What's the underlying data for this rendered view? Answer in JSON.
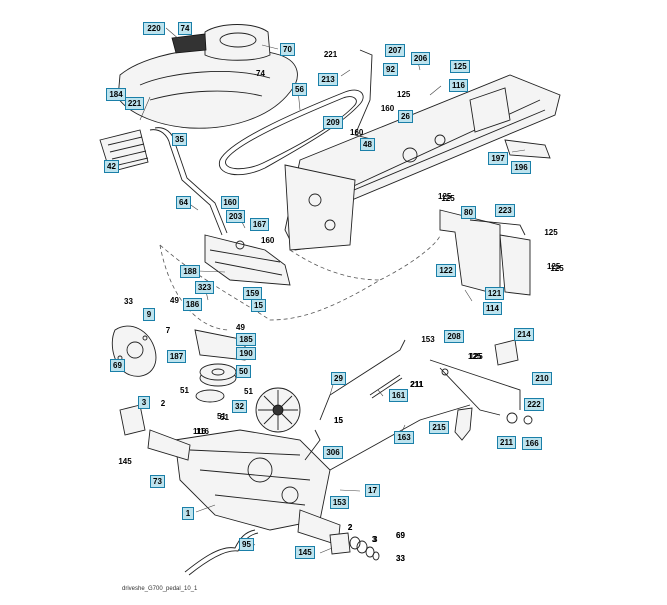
{
  "diagram": {
    "callouts": [
      "220",
      "74",
      "70",
      "184",
      "221",
      "42",
      "35",
      "56",
      "221",
      "213",
      "207",
      "92",
      "206",
      "125",
      "116",
      "160",
      "209",
      "26",
      "48",
      "197",
      "196",
      "64",
      "160",
      "203",
      "167",
      "188",
      "323",
      "159",
      "15",
      "125",
      "80",
      "223",
      "125",
      "125",
      "122",
      "121",
      "114",
      "33",
      "9",
      "7",
      "69",
      "49",
      "186",
      "185",
      "190",
      "187",
      "50",
      "51",
      "51",
      "32",
      "29",
      "15",
      "161",
      "153",
      "208",
      "214",
      "125",
      "211",
      "210",
      "222",
      "215",
      "211",
      "166",
      "3",
      "2",
      "145",
      "116",
      "306",
      "163",
      "73",
      "153",
      "17",
      "1",
      "2",
      "145",
      "95",
      "3",
      "69",
      "33"
    ],
    "plain_labels": {
      "74_right": "74",
      "160_mid": "160",
      "160_steer": "160",
      "125_frame": "125",
      "125_bracket": "125",
      "125_bracket2": "125",
      "49_plain": "49",
      "51_plain": "51",
      "51_plain2": "51",
      "211_plain": "211",
      "125_pedal": "125",
      "116_plain": "116",
      "15_plain": "15",
      "2_plain": "2",
      "3_plain": "3",
      "69_plain": "69",
      "33_plain": "33"
    },
    "footer": "driveshe_G700_pedal_10_1"
  }
}
